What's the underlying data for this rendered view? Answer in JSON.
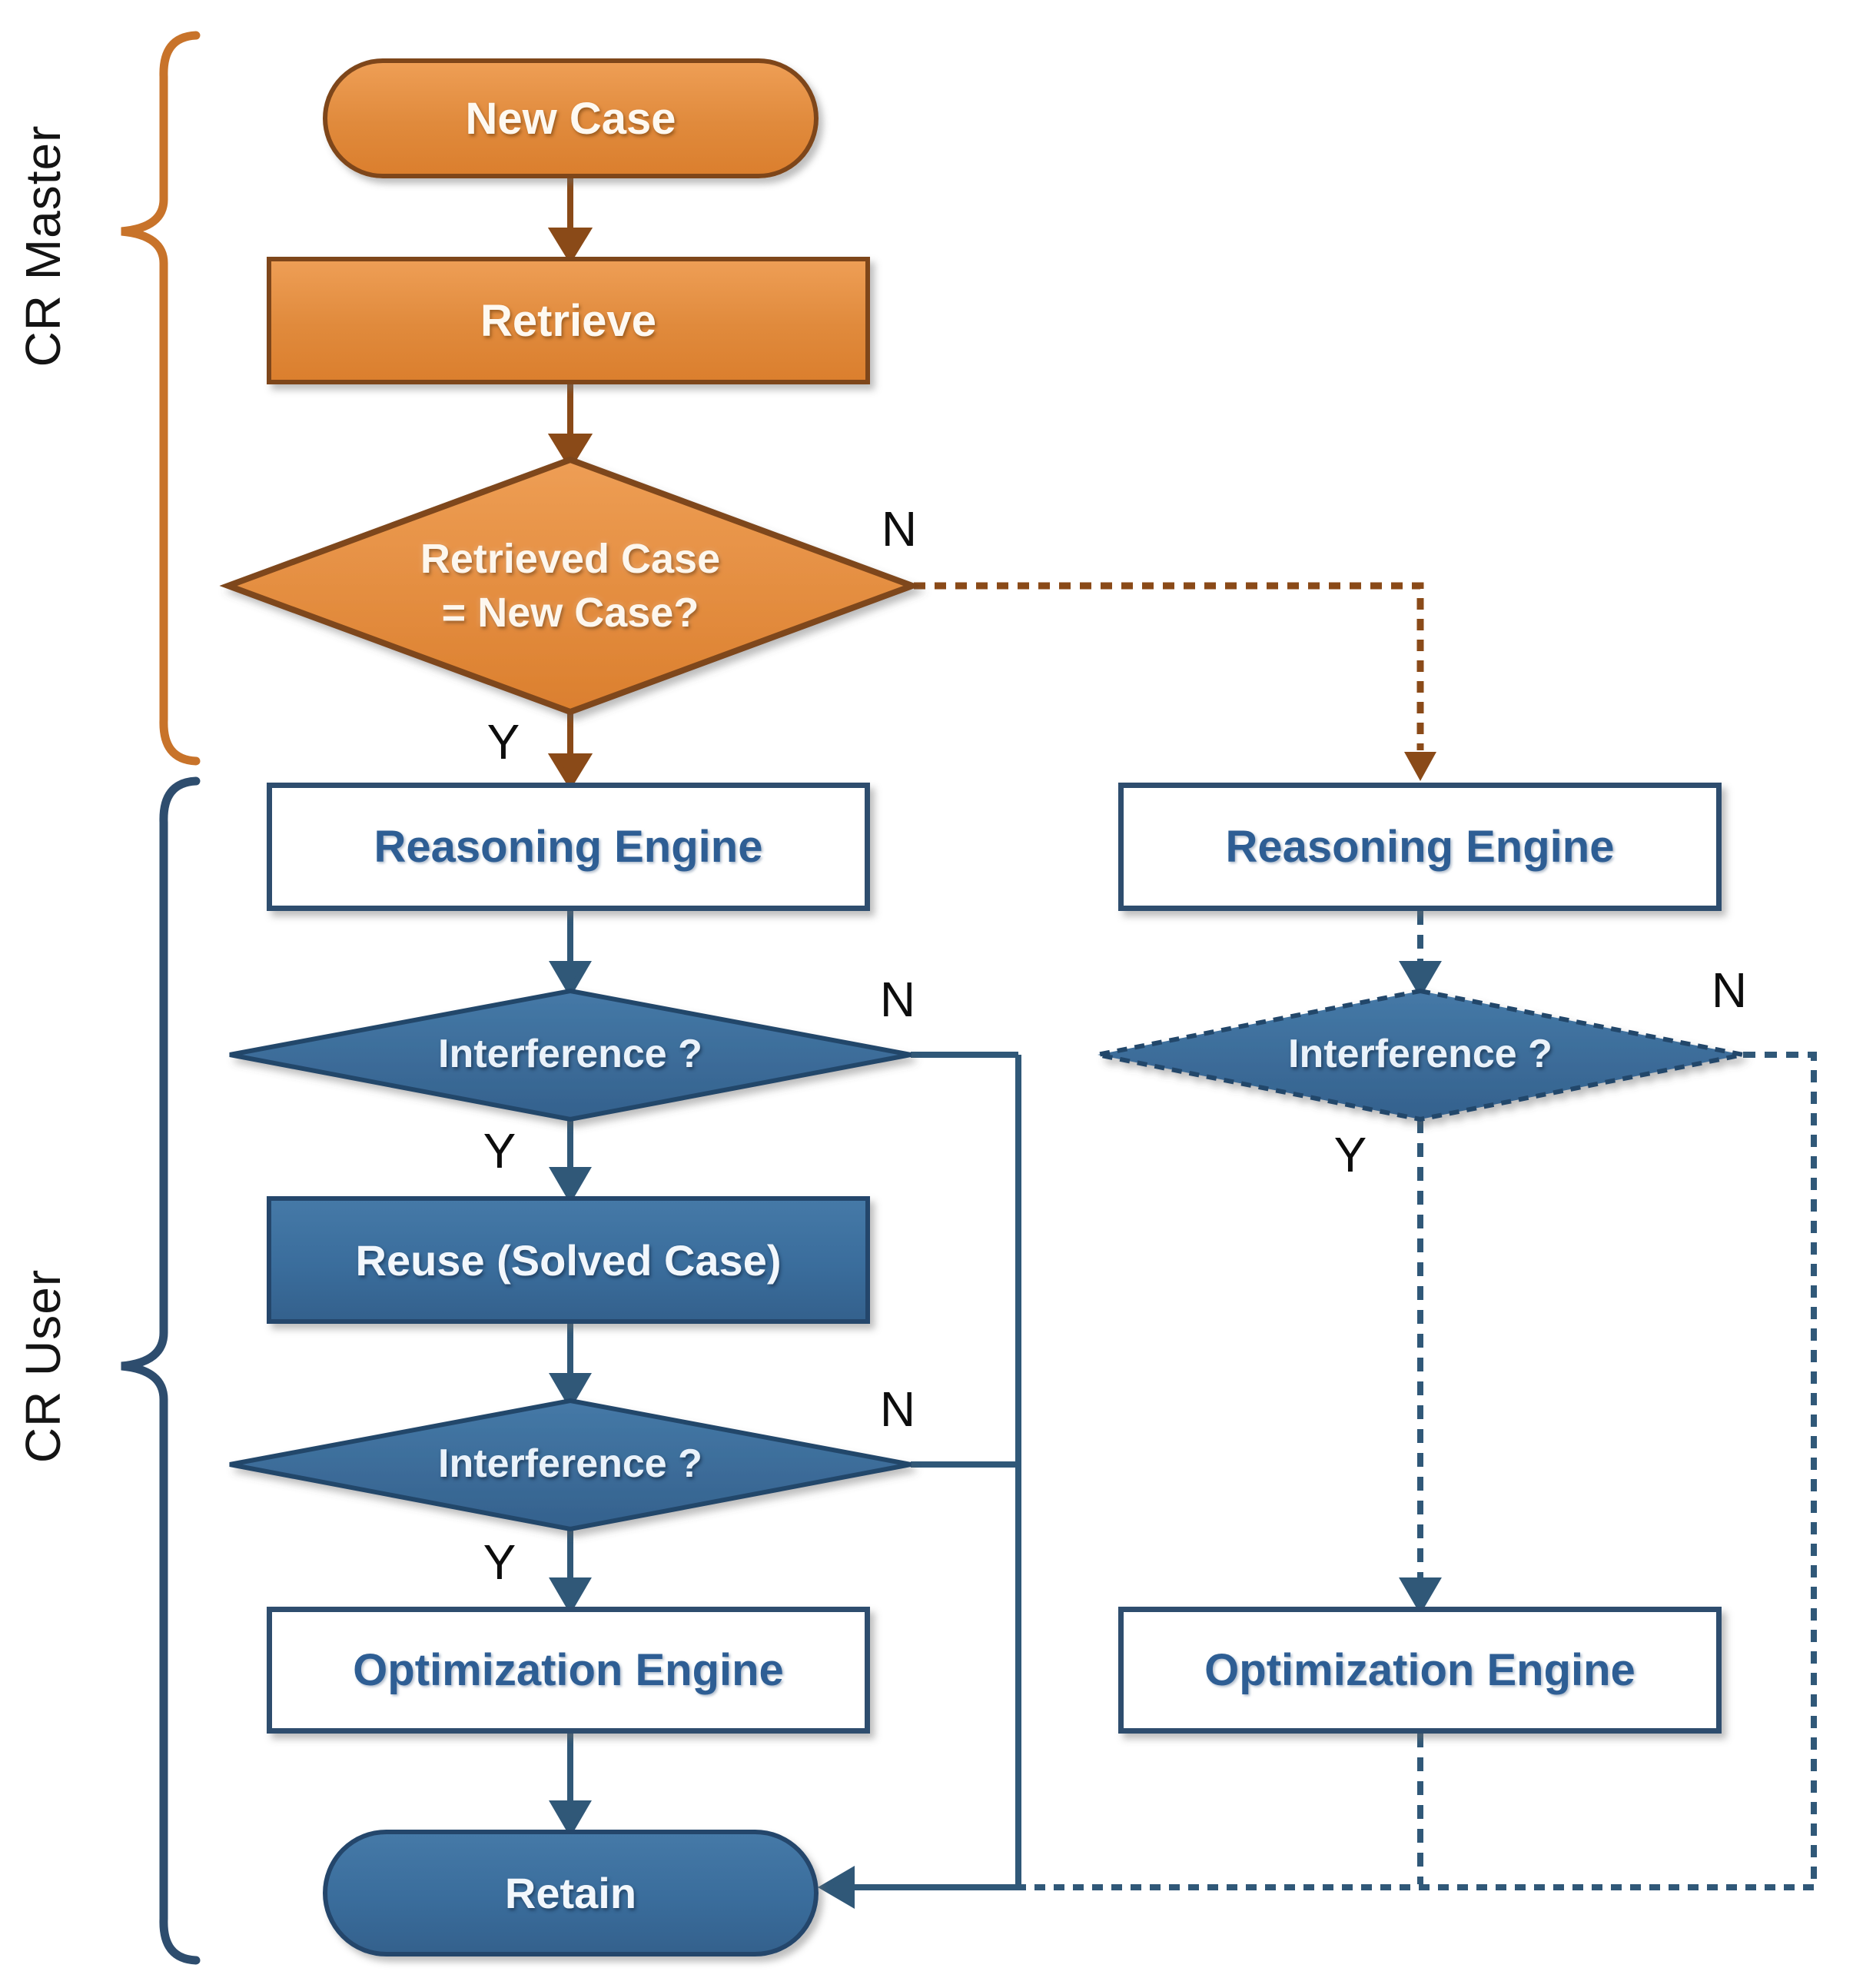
{
  "lanes": {
    "master": "CR Master",
    "user": "CR User"
  },
  "nodes": {
    "new_case": "New Case",
    "retrieve": "Retrieve",
    "retrieved_case_line1": "Retrieved Case",
    "retrieved_case_line2": "= New Case?",
    "reasoning_engine": "Reasoning Engine",
    "interference": "Interference ?",
    "reuse": "Reuse (Solved Case)",
    "optimization_engine": "Optimization Engine",
    "retain": "Retain"
  },
  "branches": {
    "yes": "Y",
    "no": "N"
  },
  "colors": {
    "orange_fill_top": "#EE9E55",
    "orange_fill_bottom": "#DB7F2E",
    "orange_border": "#7E461A",
    "orange_connector": "#8A4A18",
    "orange_brace": "#C8732A",
    "blue_fill_top": "#4579A7",
    "blue_fill_bottom": "#34618D",
    "blue_border": "#24466B",
    "blue_connector": "#305878",
    "white_box_border": "#2E4D6E",
    "white_box_text": "#2E5E94",
    "branch_label_text": "#0d0d0d"
  }
}
